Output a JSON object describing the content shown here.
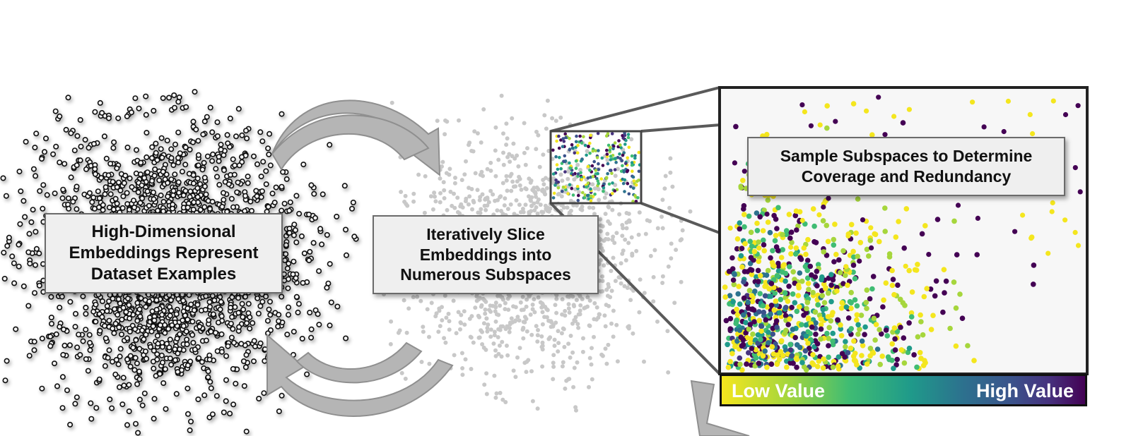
{
  "labels": {
    "embeddings": [
      "High-Dimensional",
      "Embeddings Represent",
      "Dataset Examples"
    ],
    "slice": [
      "Iteratively Slice",
      "Embeddings into",
      "Numerous Subspaces"
    ],
    "sample": [
      "Sample Subspaces to Determine",
      "Coverage and Redundancy"
    ]
  },
  "colorbar": {
    "low_label": "Low Value",
    "high_label": "High Value",
    "colors": [
      "#f4e61e",
      "#a6d63c",
      "#3fbc73",
      "#1f9a8a",
      "#2c728e",
      "#3b528b",
      "#46327e",
      "#440154"
    ]
  },
  "colors": {
    "embedding_points": "#111111",
    "gray_points": "#c8c8c8",
    "arrow_fill": "#b5b5b5",
    "arrow_stroke": "#8f8f8f",
    "zoom_frame": "#333333"
  }
}
